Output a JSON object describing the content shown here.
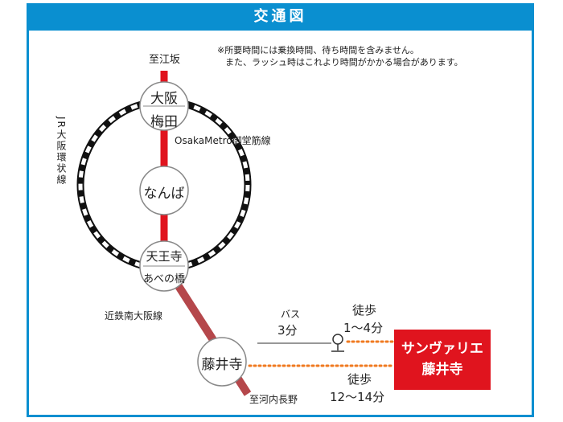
{
  "header": {
    "title": "交通図"
  },
  "notes": [
    "※所要時間には乗換時間、待ち時間を含みません。",
    "また、ラッシュ時はこれより時間がかかる場合があります。"
  ],
  "lines": {
    "jr": "JR大阪環状線",
    "metro": "OsakaMetro御堂筋線",
    "kintetsu": "近鉄南大阪線"
  },
  "directions": {
    "north": "至江坂",
    "south": "至河内長野"
  },
  "stations": {
    "umeda_1": "大阪",
    "umeda_2": "梅田",
    "namba": "なんば",
    "tennoji_1": "天王寺",
    "tennoji_2": "あべの橋",
    "fujiidera": "藤井寺"
  },
  "routes": {
    "bus_label": "バス",
    "bus_time": "3分",
    "walk1_label": "徒歩",
    "walk1_time": "1〜4分",
    "walk2_label": "徒歩",
    "walk2_time": "12〜14分"
  },
  "destination": {
    "line1": "サンヴァリエ",
    "line2": "藤井寺"
  },
  "colors": {
    "frame": "#0a8fd0",
    "metro": "#e0141e",
    "kintetsu": "#b5474b",
    "walk": "#f07a20",
    "dest": "#e0141e"
  }
}
